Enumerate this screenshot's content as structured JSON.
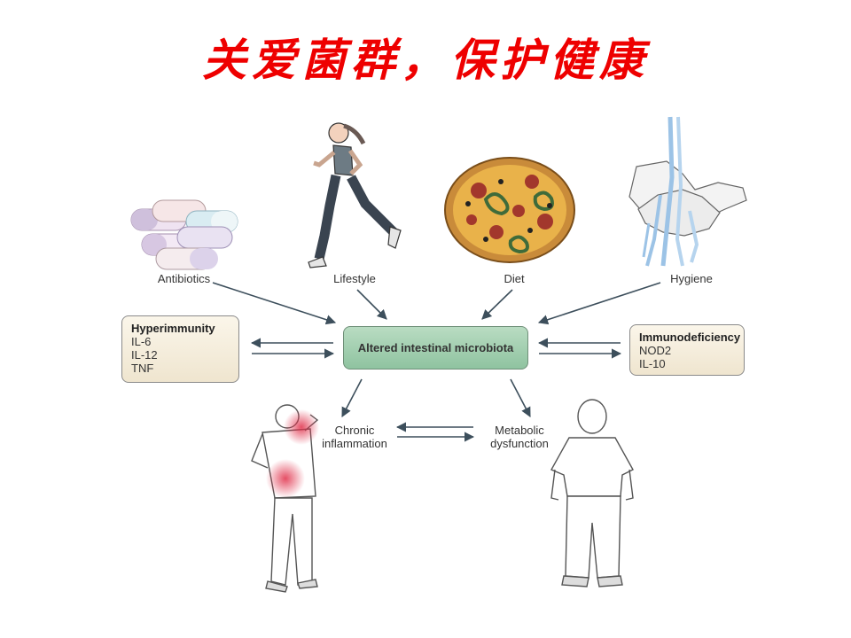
{
  "title": "关爱菌群，保护健康",
  "diagram": {
    "top_factors": [
      {
        "id": "antibiotics",
        "label": "Antibiotics"
      },
      {
        "id": "lifestyle",
        "label": "Lifestyle"
      },
      {
        "id": "diet",
        "label": "Diet"
      },
      {
        "id": "hygiene",
        "label": "Hygiene"
      }
    ],
    "center": "Altered intestinal microbiota",
    "left_box": {
      "heading": "Hyperimmunity",
      "items": [
        "IL-6",
        "IL-12",
        "TNF"
      ]
    },
    "right_box": {
      "heading": "Immunodeficiency",
      "items": [
        "NOD2",
        "IL-10"
      ]
    },
    "outcomes": {
      "left": [
        "Chronic",
        "inflammation"
      ],
      "right": [
        "Metabolic",
        "dysfunction"
      ]
    }
  },
  "colors": {
    "title": "#ee0000",
    "arrow": "#3d4f5c",
    "center_box": "#9fcbac",
    "side_box": "#f3ead6"
  }
}
